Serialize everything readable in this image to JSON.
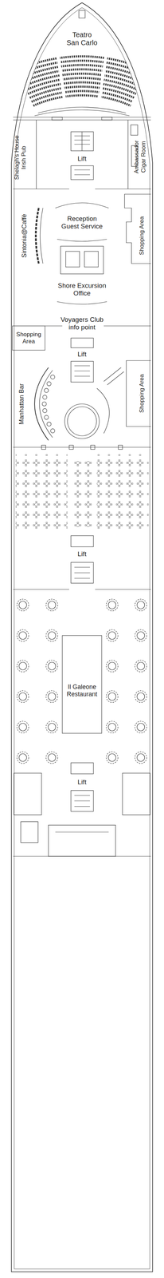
{
  "diagram": {
    "labels": [
      "Teatro San Carlo",
      "Shelagh's House Irish Pub",
      "Lift",
      "Ambassador Cigar Room",
      "Reception Guest Service",
      "Sintonia@Caffè",
      "Shopping Area",
      "Shore Excursion Office",
      "Voyagers Club info point",
      "Shopping Area",
      "Lift",
      "Manhattan Bar",
      "Shopping Area",
      "Lift",
      "Il Galeone Restaurant",
      "Lift"
    ]
  }
}
